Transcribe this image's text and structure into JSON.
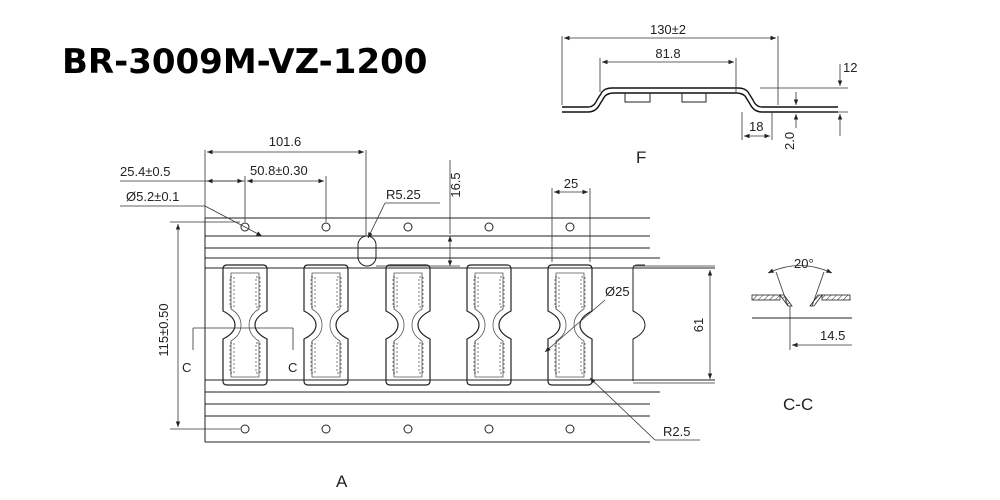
{
  "title": "BR-3009M-VZ-1200",
  "views": {
    "front_label": "A",
    "profile_label": "F",
    "section_label": "C-C",
    "section_mark_left": "C",
    "section_mark_right": "C"
  },
  "dimensions": {
    "d101_6": "101.6",
    "d25_4": "25.4±0.5",
    "d50_8": "50.8±0.30",
    "hole_dia": "Ø5.2±0.1",
    "r5_25": "R5.25",
    "d16_5": "16.5",
    "d25": "25",
    "d115": "115±0.50",
    "slot_dia": "Ø25",
    "d61": "61",
    "r2_5": "R2.5",
    "d130": "130±2",
    "d81_8": "81.8",
    "d12": "12",
    "d18": "18",
    "d2_0": "2.0",
    "angle20": "20°",
    "d14_5": "14.5"
  }
}
